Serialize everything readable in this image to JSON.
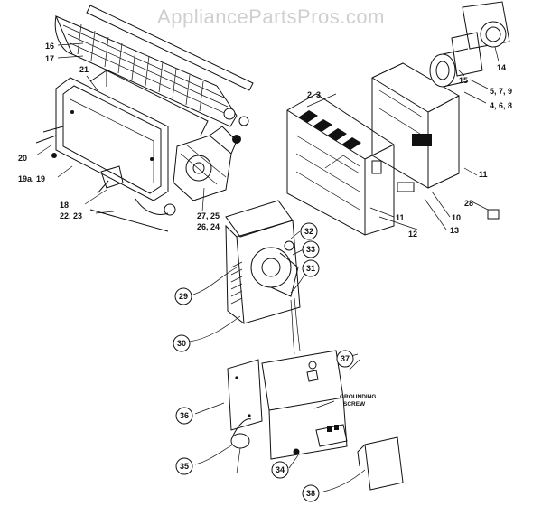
{
  "watermark": "AppliancePartsPros.com",
  "callouts": {
    "c16": "16",
    "c17": "17",
    "c21": "21",
    "c20": "20",
    "c19a": "19a, 19",
    "c18": "18",
    "c22": "22, 23",
    "c27": "27, 25",
    "c26": "26, 24",
    "c23b": "2, 3",
    "c11a": "11",
    "c12": "12",
    "c13": "13",
    "c10": "10",
    "c11b": "11",
    "c28": "28",
    "c14": "14",
    "c15": "15",
    "c579": "5, 7, 9",
    "c468": "4, 6, 8",
    "c29": "29",
    "c30": "30",
    "c31": "31",
    "c32": "32",
    "c33": "33",
    "c36": "36",
    "c37": "37",
    "c35": "35",
    "c34": "34",
    "c38": "38"
  },
  "notes": {
    "grounding_line1": "GROUNDING",
    "grounding_line2": "SCREW"
  }
}
